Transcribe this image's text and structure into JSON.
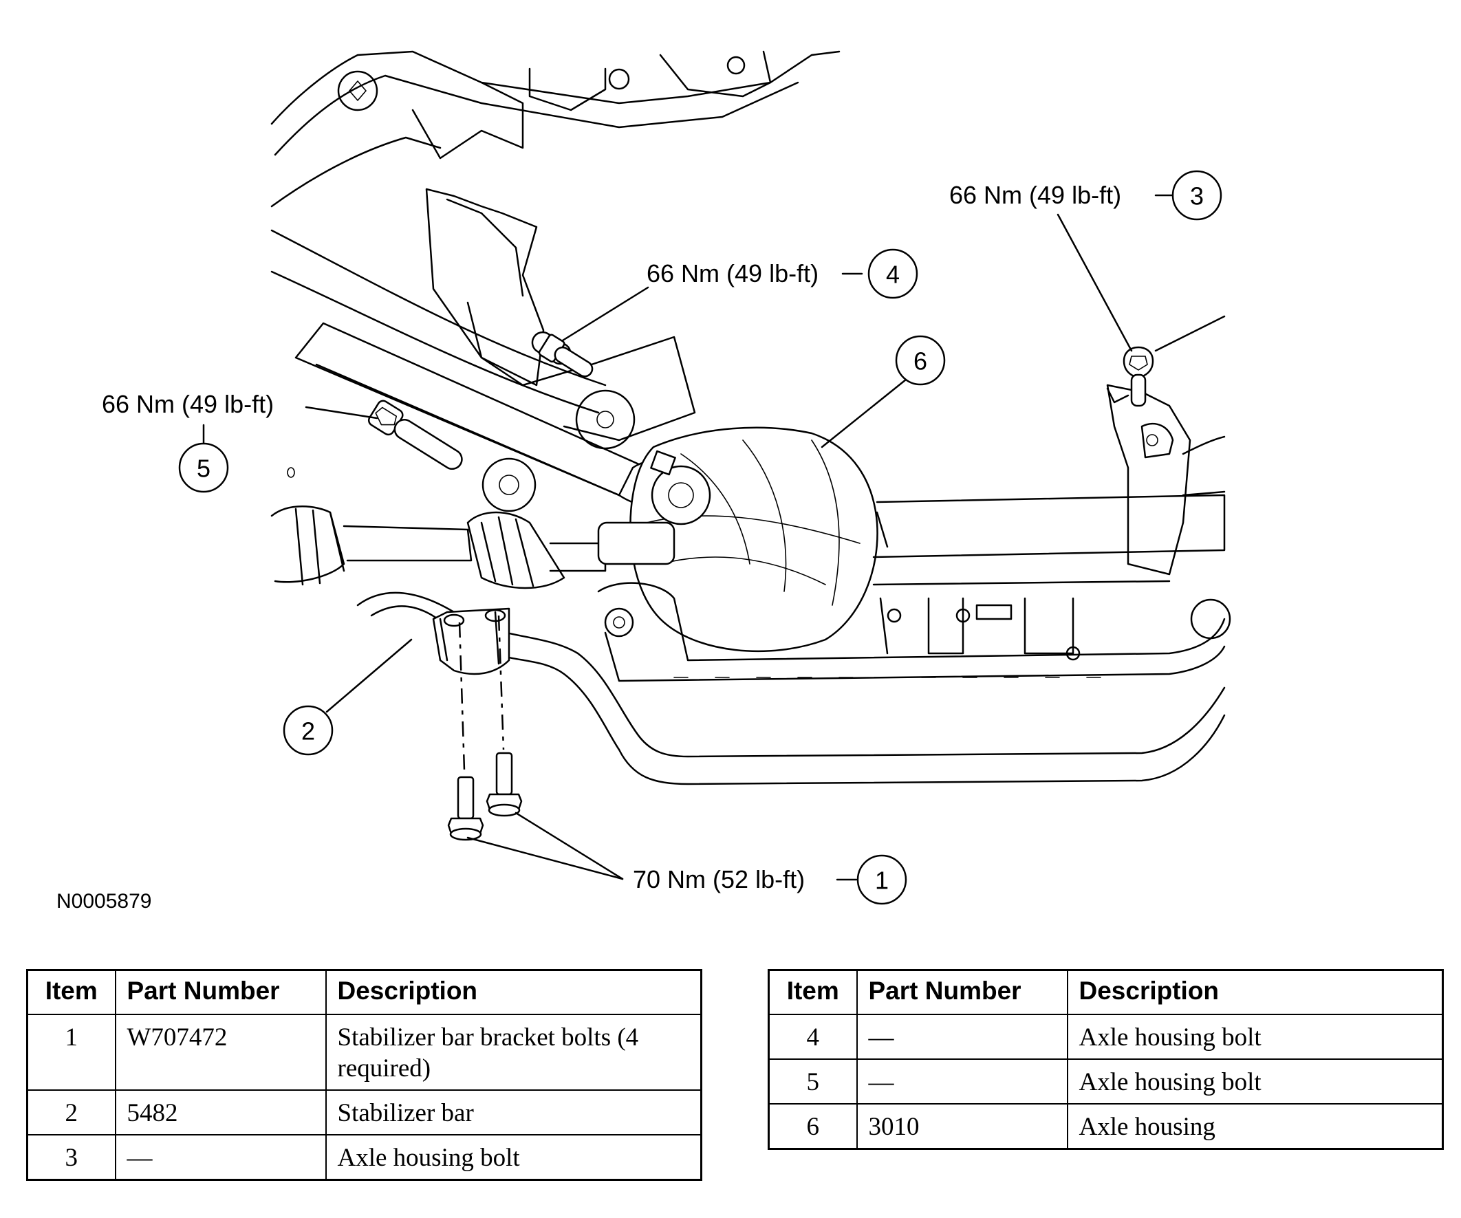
{
  "figure": {
    "code": "N0005879",
    "callouts": [
      {
        "num": "1",
        "torque": "70 Nm (52 lb-ft)"
      },
      {
        "num": "2",
        "torque": ""
      },
      {
        "num": "3",
        "torque": "66 Nm (49 lb-ft)"
      },
      {
        "num": "4",
        "torque": "66 Nm (49 lb-ft)"
      },
      {
        "num": "5",
        "torque": "66 Nm (49 lb-ft)"
      },
      {
        "num": "6",
        "torque": ""
      }
    ]
  },
  "table_headers": {
    "item": "Item",
    "part": "Part Number",
    "desc": "Description"
  },
  "table_left": [
    {
      "item": "1",
      "part": "W707472",
      "desc": "Stabilizer bar bracket bolts (4 required)"
    },
    {
      "item": "2",
      "part": "5482",
      "desc": "Stabilizer bar"
    },
    {
      "item": "3",
      "part": "—",
      "desc": "Axle housing bolt"
    }
  ],
  "table_right": [
    {
      "item": "4",
      "part": "—",
      "desc": "Axle housing bolt"
    },
    {
      "item": "5",
      "part": "—",
      "desc": "Axle housing bolt"
    },
    {
      "item": "6",
      "part": "3010",
      "desc": "Axle housing"
    }
  ]
}
